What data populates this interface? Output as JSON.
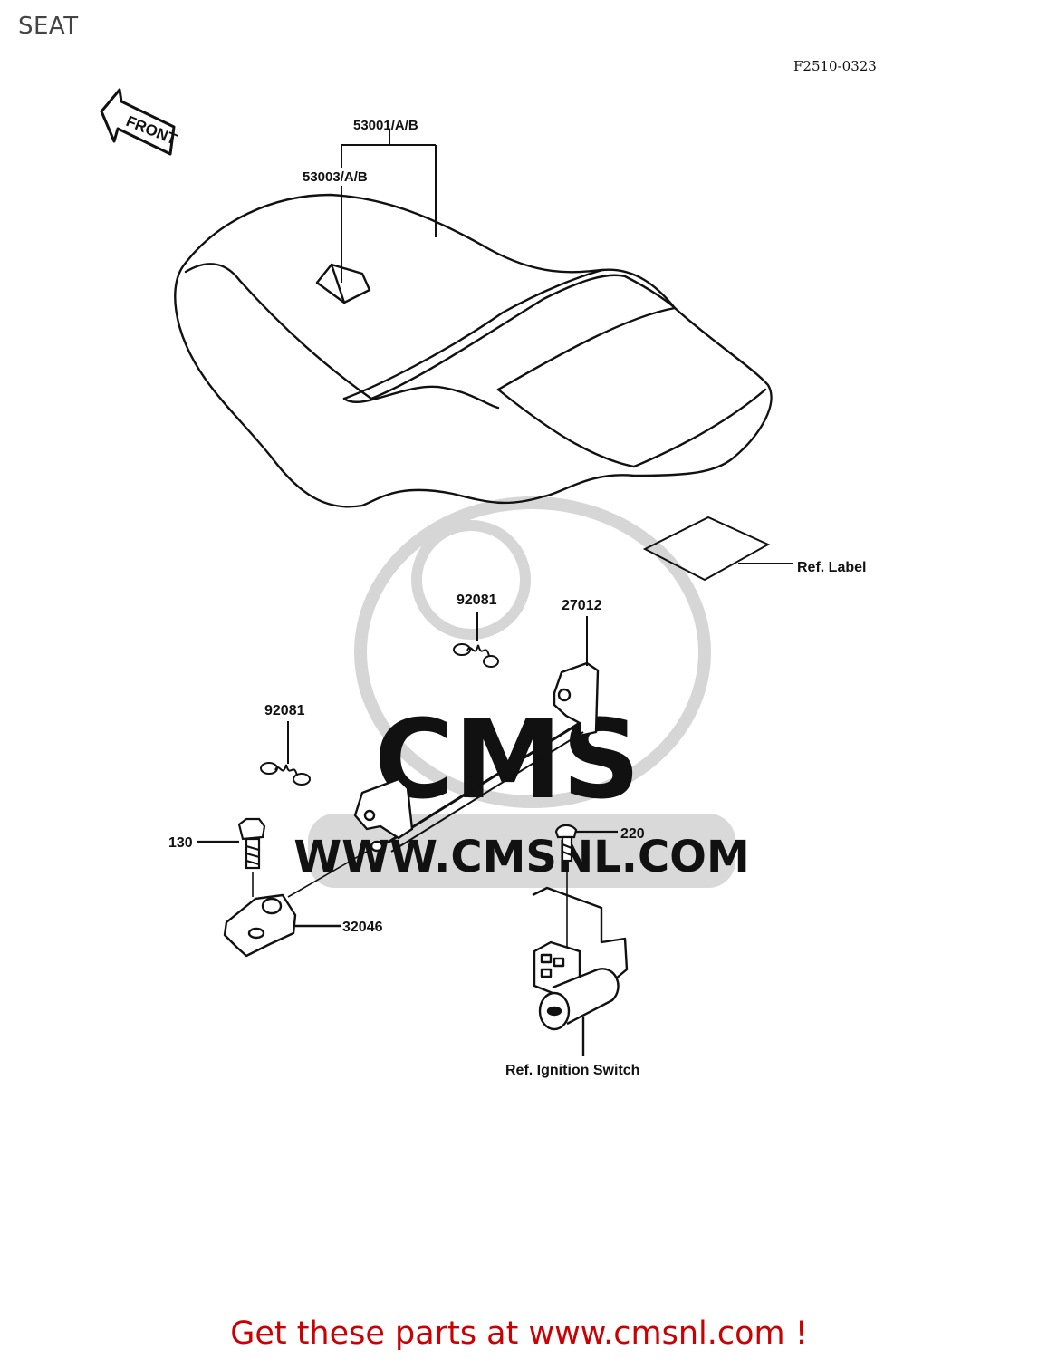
{
  "page": {
    "title": "SEAT",
    "diagram_code": "F2510-0323",
    "promo_text": "Get these parts at www.cmsnl.com !"
  },
  "watermark": {
    "text": "WWW.CMSNL.COM",
    "logo_text": "CMS"
  },
  "arrow_label": "FRONT",
  "callouts": {
    "seat_assy": "53001/A/B",
    "seat_cover": "53003/A/B",
    "ref_label": "Ref. Label",
    "spring_upper": "92081",
    "hook": "27012",
    "spring_lower": "92081",
    "bolt": "130",
    "screw": "220",
    "bracket": "32046",
    "ref_ignition": "Ref. Ignition Switch"
  },
  "colors": {
    "line": "#111111",
    "promo": "#cc0000",
    "watermark": "#d4d4d4"
  }
}
